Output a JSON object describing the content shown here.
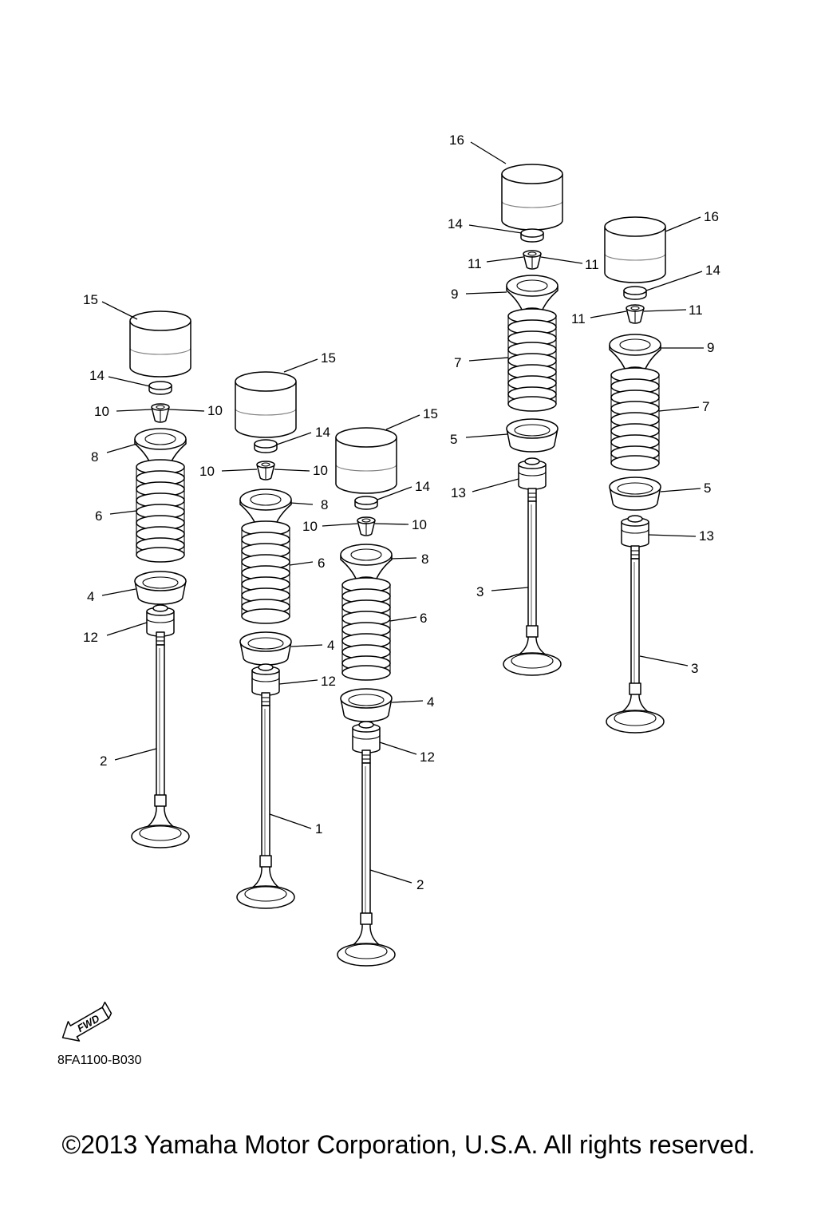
{
  "diagram": {
    "part_code": "8FA1100-B030",
    "fwd_label": "FWD",
    "copyright": "©2013 Yamaha Motor Corporation, U.S.A. All rights reserved.",
    "callouts": {
      "c1": "1",
      "c2a": "2",
      "c2b": "2",
      "c3a": "3",
      "c3b": "3",
      "c4a": "4",
      "c4b": "4",
      "c4c": "4",
      "c5a": "5",
      "c5b": "5",
      "c6a": "6",
      "c6b": "6",
      "c6c": "6",
      "c7a": "7",
      "c7b": "7",
      "c8a": "8",
      "c8b": "8",
      "c8c": "8",
      "c9a": "9",
      "c9b": "9",
      "c10a": "10",
      "c10b": "10",
      "c10c": "10",
      "c10d": "10",
      "c10e": "10",
      "c10f": "10",
      "c11a": "11",
      "c11b": "11",
      "c11c": "11",
      "c11d": "11",
      "c12a": "12",
      "c12b": "12",
      "c12c": "12",
      "c13a": "13",
      "c13b": "13",
      "c14a": "14",
      "c14b": "14",
      "c14c": "14",
      "c14d": "14",
      "c14e": "14",
      "c15a": "15",
      "c15b": "15",
      "c15c": "15",
      "c16a": "16",
      "c16b": "16"
    }
  }
}
